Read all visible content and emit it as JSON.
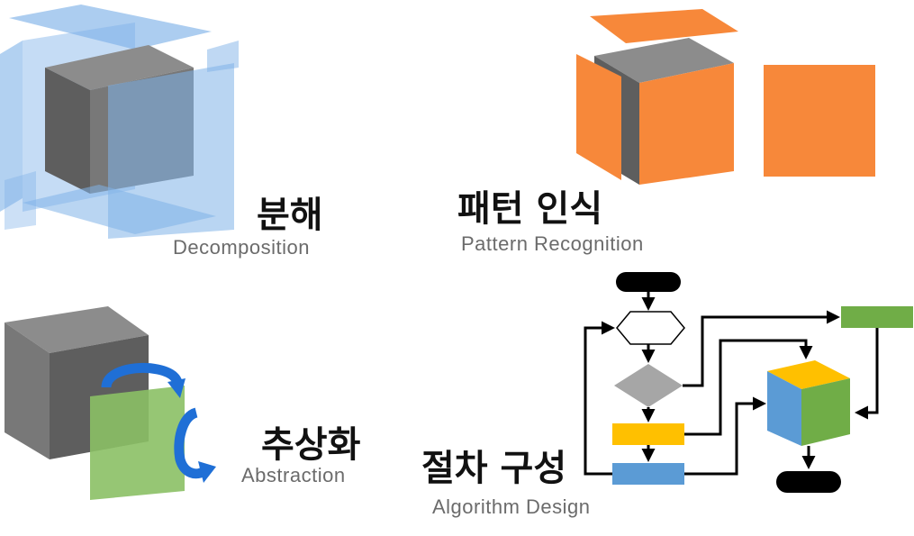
{
  "concepts": {
    "decomposition": {
      "title": "분해",
      "subtitle": "Decomposition"
    },
    "pattern": {
      "title": "패턴 인식",
      "subtitle": "Pattern Recognition"
    },
    "abstraction": {
      "title": "추상화",
      "subtitle": "Abstraction"
    },
    "algorithm": {
      "title": "절차 구성",
      "subtitle": "Algorithm Design"
    }
  },
  "colors": {
    "cube_front": "#787878",
    "cube_top": "#8c8c8c",
    "cube_side": "#5e5e5e",
    "glass_blue": "#7fb2e8",
    "orange": "#f7883a",
    "green_plane": "#8bc065",
    "rotate_arrow": "#1f6fd6",
    "flow_black": "#000000",
    "flow_gray_decision": "#a6a6a6",
    "flow_yellow": "#ffc000",
    "flow_blue": "#5b9bd5",
    "flow_green": "#70ad47"
  },
  "icons": [
    "decomposition-cube-icon",
    "pattern-cube-icon",
    "abstraction-cube-icon",
    "rotate-arrow-icon",
    "flowchart-icon"
  ]
}
